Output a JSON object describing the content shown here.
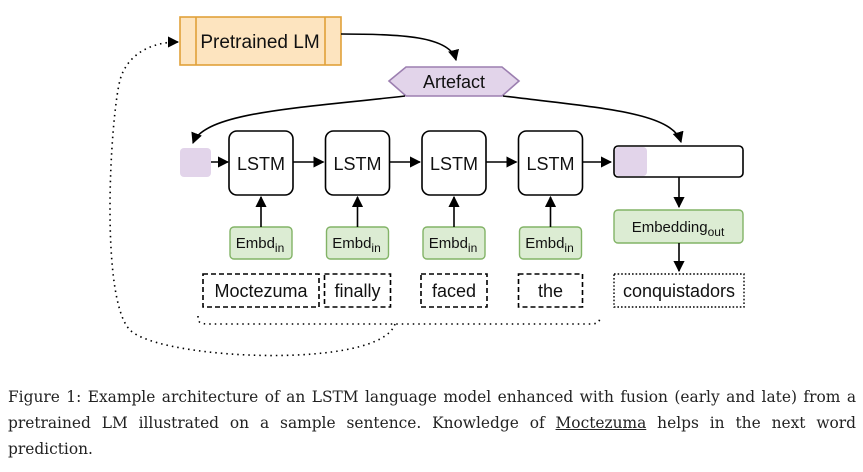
{
  "diagram": {
    "pretrained_lm": "Pretrained LM",
    "artefact": "Artefact",
    "lstm_label": "LSTM",
    "embedding_in": {
      "base": "Embd",
      "sub": "in"
    },
    "embedding_out": {
      "base": "Embedding",
      "sub": "out"
    },
    "input_words": [
      "Moctezuma",
      "finally",
      "faced",
      "the"
    ],
    "output_word": "conquistadors",
    "colors": {
      "pretrained_fill": "#fde4bf",
      "pretrained_stroke": "#e1a13a",
      "artefact_fill": "#e2d4ea",
      "artefact_stroke": "#9c7fb0",
      "fusion_fill": "#e2d4ea",
      "embedding_fill": "#dcecd3",
      "embedding_stroke": "#82b366"
    }
  },
  "caption": {
    "prefix": "Figure 1: Example architecture of an LSTM language model enhanced with fusion (early and late) from a pretrained LM illustrated on a sample sentence. Knowledge of ",
    "underlined": "Moctezuma",
    "suffix": " helps in the next word prediction."
  }
}
